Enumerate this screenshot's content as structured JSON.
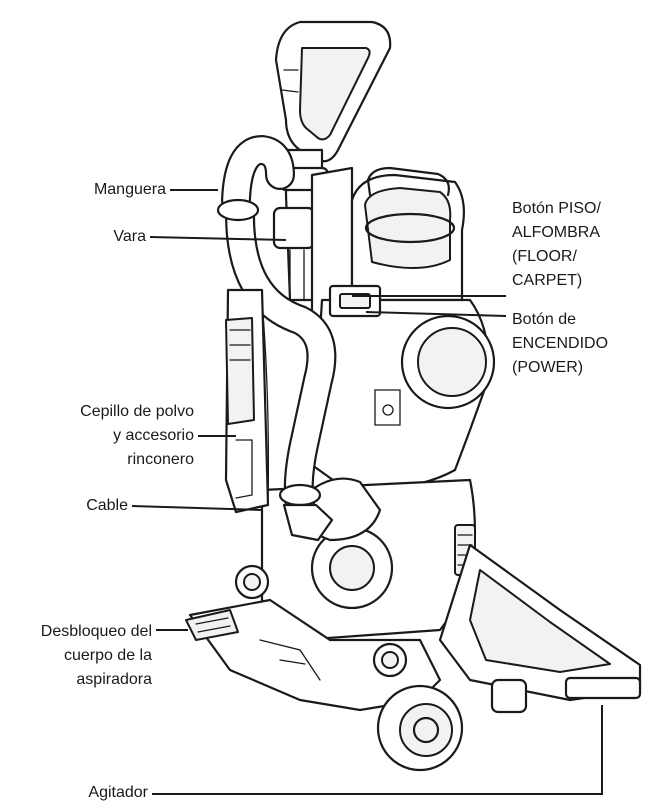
{
  "labels": {
    "hose": "Manguera",
    "wand": "Vara",
    "dust_brush": [
      "Cepillo de polvo",
      "y accesorio",
      "rinconero"
    ],
    "cord": "Cable",
    "body_release": [
      "Desbloqueo del",
      "cuerpo de la",
      "aspiradora"
    ],
    "agitator": "Agitador",
    "floor_carpet_button": [
      "Botón PISO/",
      "ALFOMBRA",
      "(FLOOR/",
      "CARPET)"
    ],
    "power_button": [
      "Botón de",
      "ENCENDIDO",
      "(POWER)"
    ]
  },
  "colors": {
    "ink": "#1a1a1a",
    "background": "#ffffff",
    "fill_light": "#f2f2f2"
  }
}
